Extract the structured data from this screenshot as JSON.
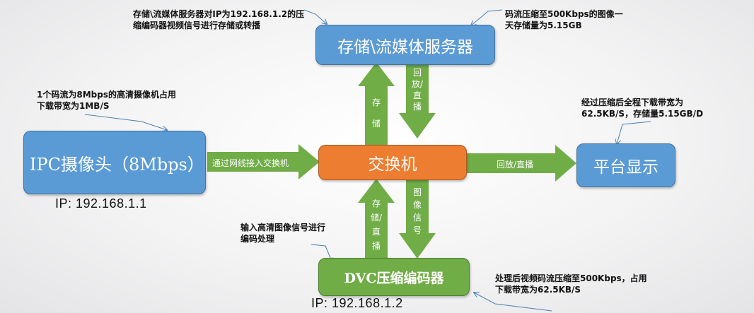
{
  "nodes": {
    "server": "存储\\流媒体服务器",
    "switch": "交换机",
    "ipc": "IPC摄像头（8Mbps）",
    "platform": "平台显示",
    "dvc": "DVC压缩编码器"
  },
  "ips": {
    "ipc": "IP:  192.168.1.1",
    "dvc": "IP:  192.168.1.2"
  },
  "arrows": {
    "store_up": "存储",
    "playback_down": "回放/直播",
    "network_access": "通过网线接入交换机",
    "playback_right": "回放/直播",
    "store_live_up": "存储/直播",
    "image_signal_down": "图像信号"
  },
  "notes": {
    "server_storage": "存储\\流媒体服务器对IP为192.168.1.2的压缩编码器视频信号进行存储或转播",
    "daily_storage": "码流压缩至500Kbps的图像一天存储量为5.15GB",
    "ipc_bandwidth": "1个码流为8Mbps的高清摄像机占用下载带宽为1MB/S",
    "compressed_bandwidth": "经过压缩后全程下载带宽为62.5KB/S，存储量5.15GB/D",
    "hd_input": "输入高清图像信号进行编码处理",
    "processed_bandwidth": "处理后视频码流压缩至500Kbps，占用下载带宽为62.5KB/S"
  },
  "colors": {
    "blue_box": "#5b9bd5",
    "orange_box": "#ed7d31",
    "green_box": "#70ad47",
    "arrow_green": "#70ad47"
  }
}
